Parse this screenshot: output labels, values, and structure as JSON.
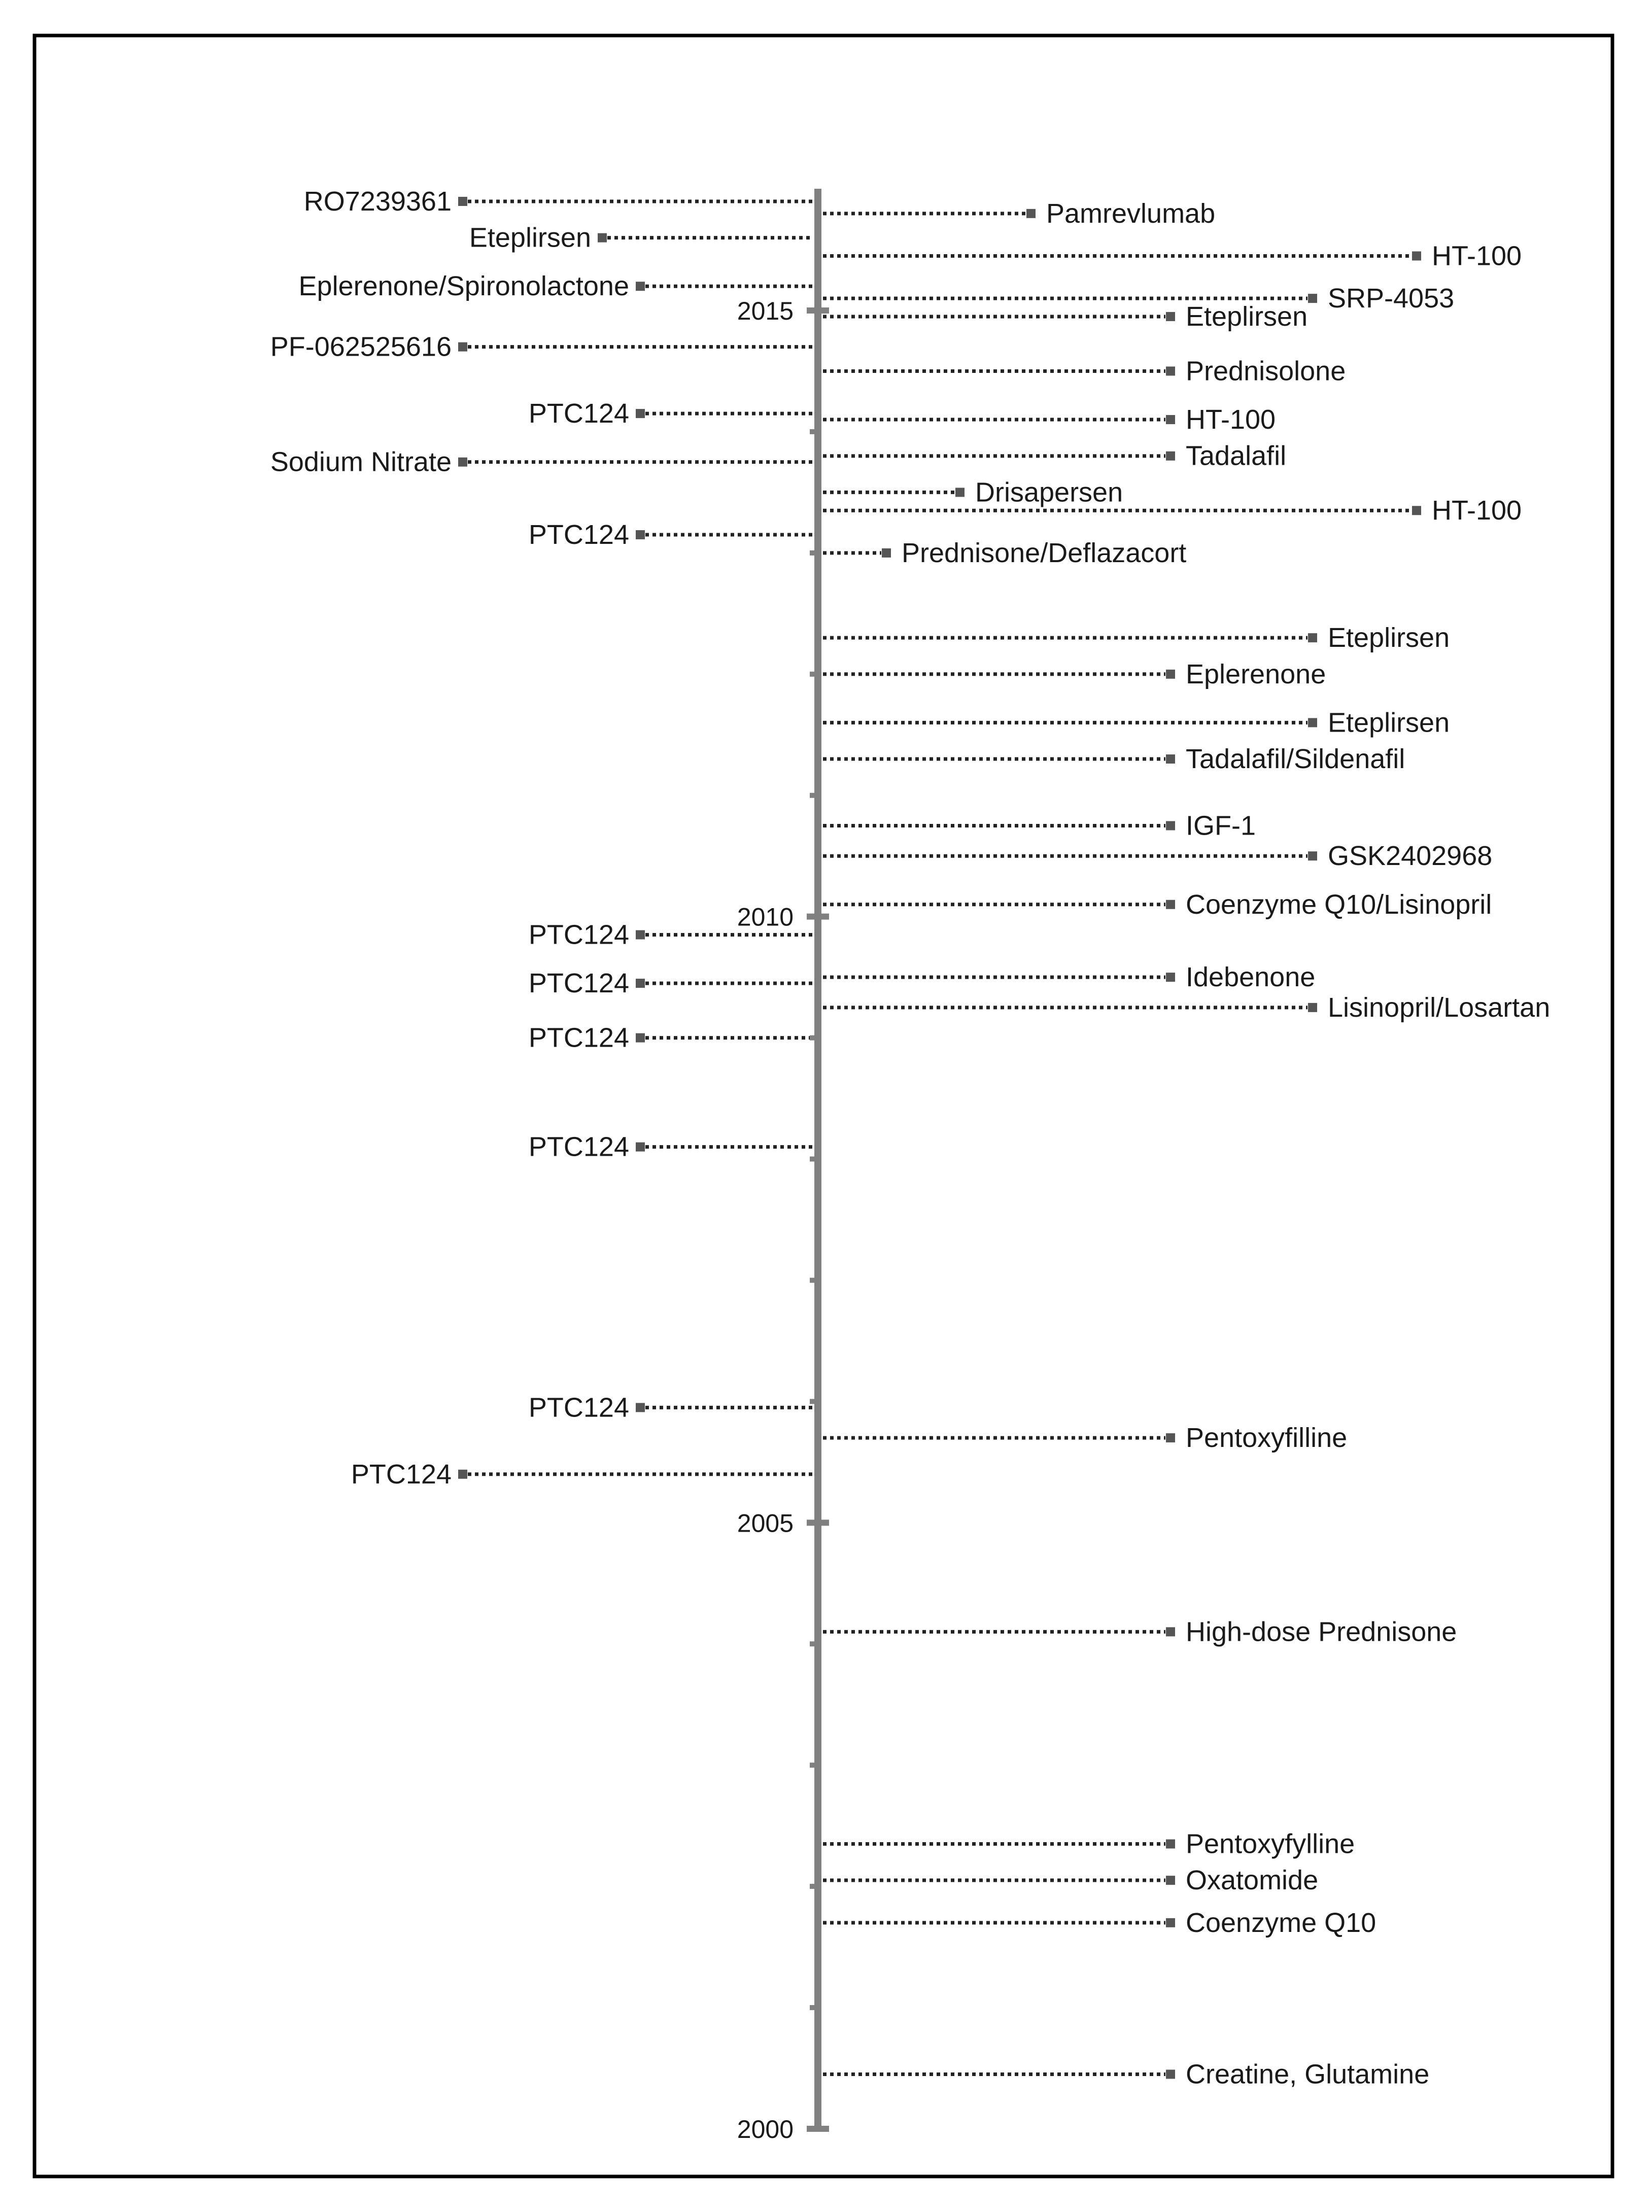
{
  "chart_data": {
    "type": "timeline",
    "title": "",
    "axis": {
      "orientation": "vertical",
      "ylim": [
        2000,
        2016.5
      ],
      "major_ticks": [
        2000,
        2005,
        2010,
        2015
      ],
      "minor_ticks": [
        2001,
        2002,
        2003,
        2004,
        2006,
        2007,
        2008,
        2009,
        2011,
        2012,
        2013,
        2014
      ],
      "line_color": "#808080"
    },
    "leader_style": "dotted",
    "marker_color": "#555555",
    "events": [
      {
        "label": "RO7239361",
        "year": 2015.9,
        "side": "left",
        "reach": "far"
      },
      {
        "label": "Eteplirsen",
        "year": 2015.6,
        "side": "left",
        "reach": "mid"
      },
      {
        "label": "Eplerenone/Spironolactone",
        "year": 2015.2,
        "side": "left",
        "reach": "near"
      },
      {
        "label": "PF-062525616",
        "year": 2014.7,
        "side": "left",
        "reach": "far"
      },
      {
        "label": "PTC124",
        "year": 2014.15,
        "side": "left",
        "reach": "near"
      },
      {
        "label": "Sodium Nitrate",
        "year": 2013.75,
        "side": "left",
        "reach": "far"
      },
      {
        "label": "PTC124",
        "year": 2013.15,
        "side": "left",
        "reach": "near"
      },
      {
        "label": "PTC124",
        "year": 2009.45,
        "side": "left",
        "reach": "near"
      },
      {
        "label": "PTC124",
        "year": 2009.85,
        "side": "left",
        "reach": "near"
      },
      {
        "label": "PTC124",
        "year": 2009.0,
        "side": "left",
        "reach": "near"
      },
      {
        "label": "PTC124",
        "year": 2008.1,
        "side": "left",
        "reach": "near"
      },
      {
        "label": "PTC124",
        "year": 2005.95,
        "side": "left",
        "reach": "near"
      },
      {
        "label": "PTC124",
        "year": 2005.4,
        "side": "left",
        "reach": "far"
      },
      {
        "label": "Pamrevlumab",
        "year": 2015.8,
        "side": "right",
        "reach": "short"
      },
      {
        "label": "HT-100",
        "year": 2015.45,
        "side": "right",
        "reach": "longest"
      },
      {
        "label": "SRP-4053",
        "year": 2015.1,
        "side": "right",
        "reach": "long"
      },
      {
        "label": "Eteplirsen",
        "year": 2014.95,
        "side": "right",
        "reach": "mid"
      },
      {
        "label": "Prednisolone",
        "year": 2014.5,
        "side": "right",
        "reach": "mid"
      },
      {
        "label": "HT-100",
        "year": 2014.1,
        "side": "right",
        "reach": "mid"
      },
      {
        "label": "Tadalafil",
        "year": 2013.8,
        "side": "right",
        "reach": "mid"
      },
      {
        "label": "Drisapersen",
        "year": 2013.5,
        "side": "right",
        "reach": "shortest"
      },
      {
        "label": "HT-100",
        "year": 2013.35,
        "side": "right",
        "reach": "longest"
      },
      {
        "label": "Prednisone/Deflazacort",
        "year": 2013.0,
        "side": "right",
        "reach": "tiny"
      },
      {
        "label": "Eteplirsen",
        "year": 2012.3,
        "side": "right",
        "reach": "long"
      },
      {
        "label": "Eplerenone",
        "year": 2012.0,
        "side": "right",
        "reach": "mid"
      },
      {
        "label": "Eteplirsen",
        "year": 2011.6,
        "side": "right",
        "reach": "long"
      },
      {
        "label": "Tadalafil/Sildenafil",
        "year": 2011.3,
        "side": "right",
        "reach": "mid"
      },
      {
        "label": "IGF-1",
        "year": 2010.75,
        "side": "right",
        "reach": "mid"
      },
      {
        "label": "GSK2402968",
        "year": 2010.5,
        "side": "right",
        "reach": "long"
      },
      {
        "label": "Coenzyme Q10/Lisinopril",
        "year": 2010.1,
        "side": "right",
        "reach": "mid"
      },
      {
        "label": "Idebenone",
        "year": 2009.5,
        "side": "right",
        "reach": "mid"
      },
      {
        "label": "Lisinopril/Losartan",
        "year": 2009.25,
        "side": "right",
        "reach": "long"
      },
      {
        "label": "Pentoxyfilline",
        "year": 2005.7,
        "side": "right",
        "reach": "mid"
      },
      {
        "label": "High-dose Prednisone",
        "year": 2004.1,
        "side": "right",
        "reach": "mid"
      },
      {
        "label": "Pentoxyfylline",
        "year": 2002.35,
        "side": "right",
        "reach": "mid"
      },
      {
        "label": "Oxatomide",
        "year": 2002.05,
        "side": "right",
        "reach": "mid"
      },
      {
        "label": "Coenzyme Q10",
        "year": 2001.7,
        "side": "right",
        "reach": "mid"
      },
      {
        "label": "Creatine, Glutamine",
        "year": 2000.45,
        "side": "right",
        "reach": "mid"
      }
    ]
  }
}
